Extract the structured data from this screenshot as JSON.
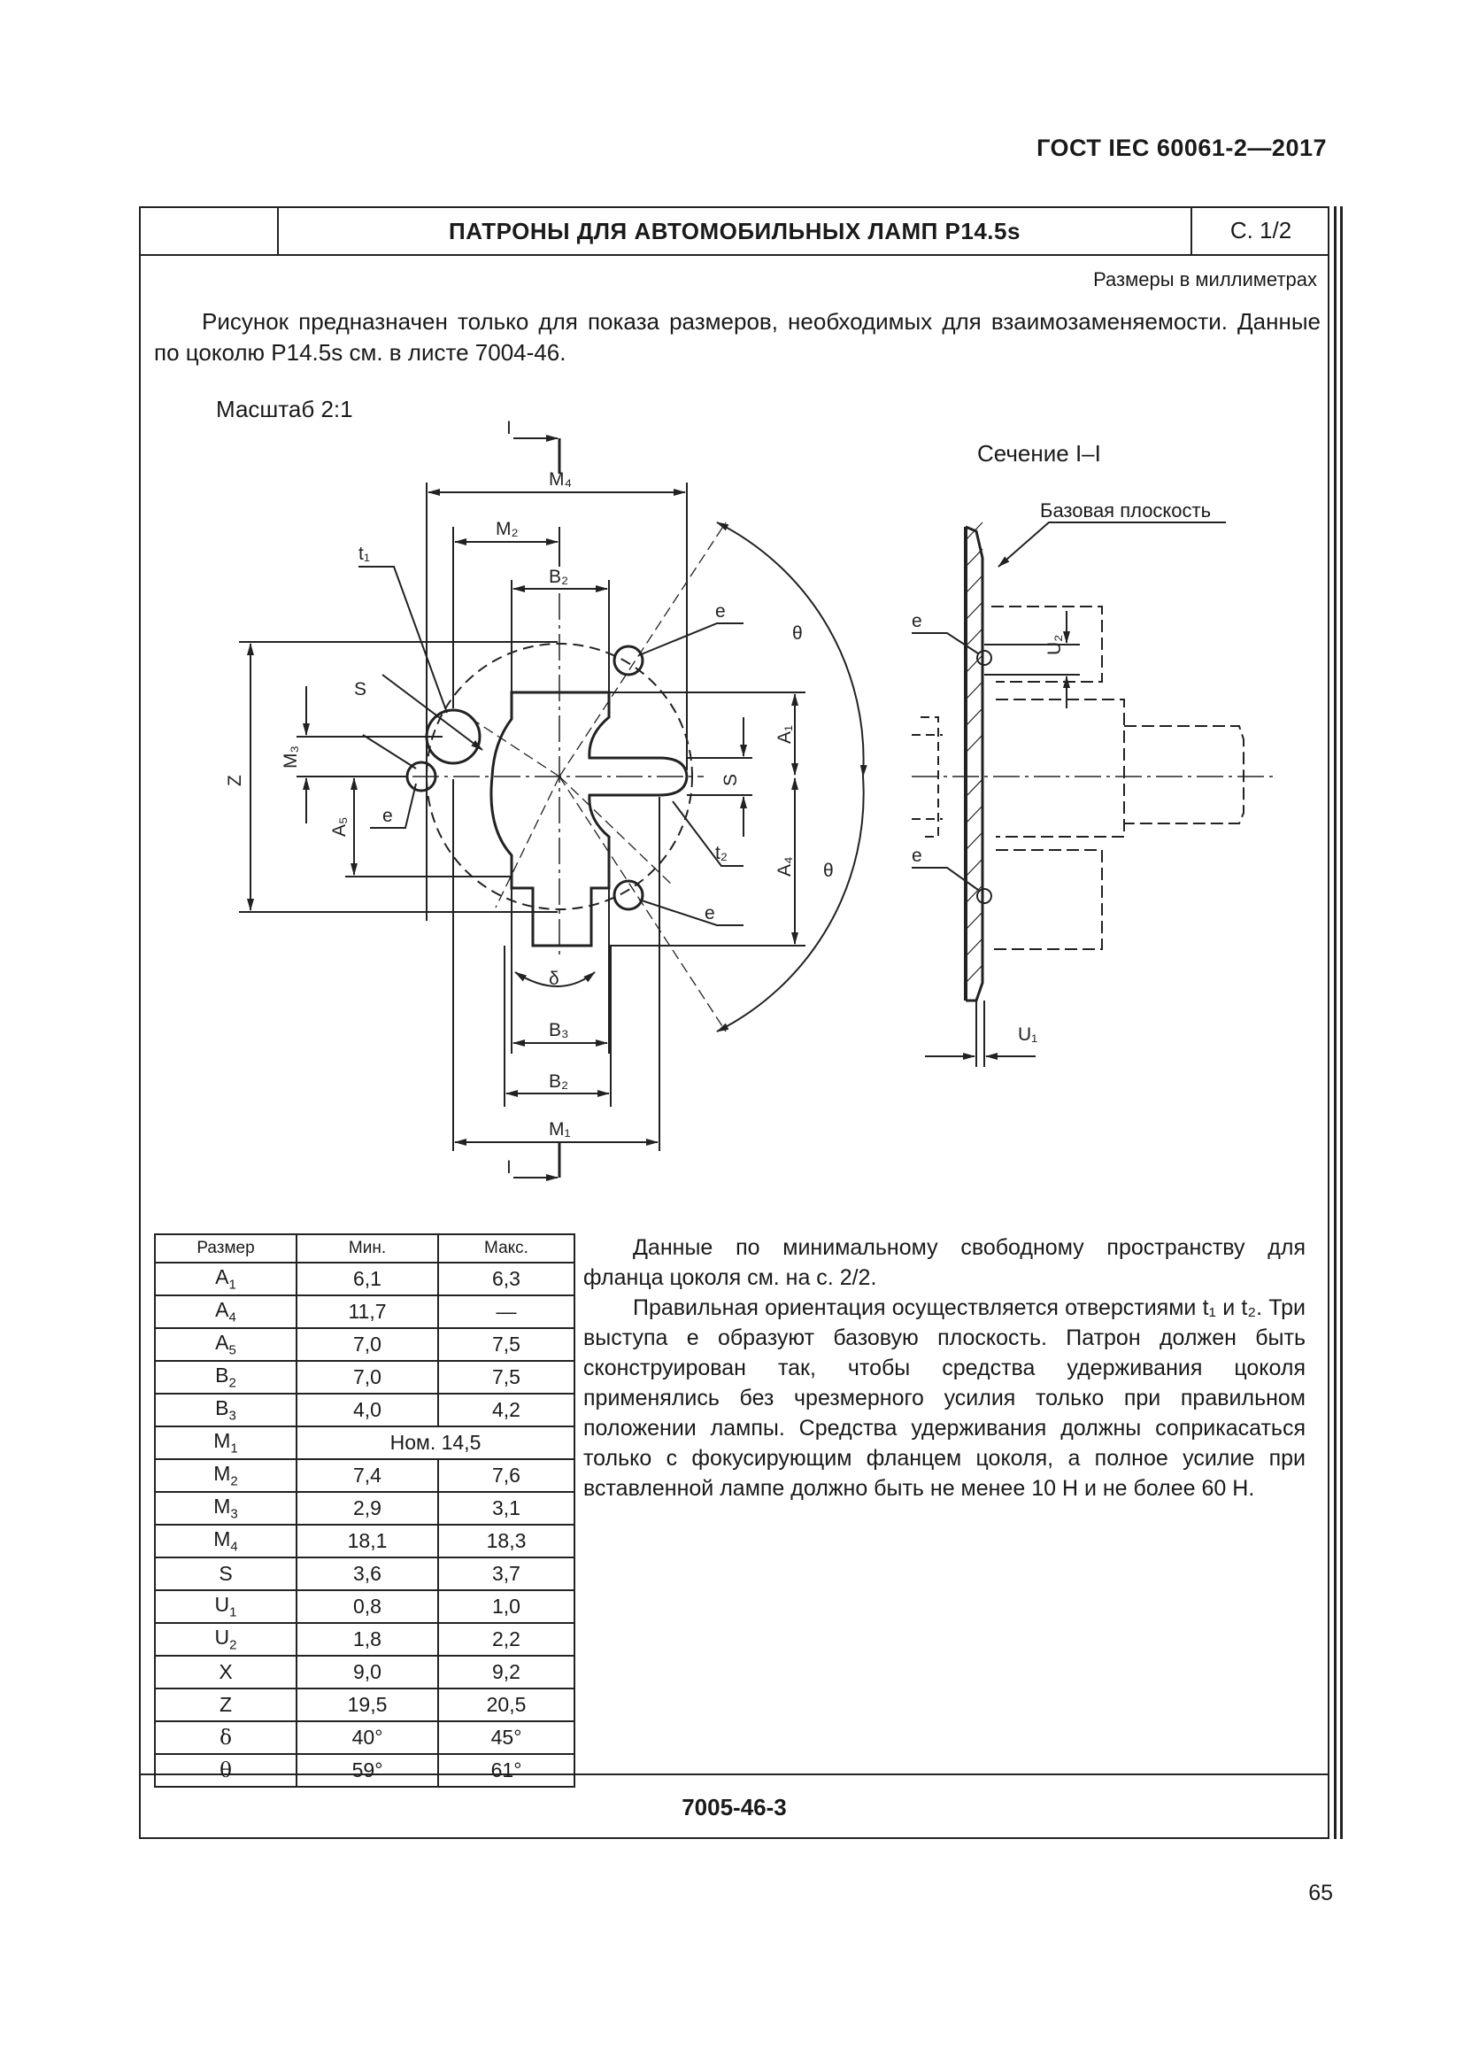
{
  "document": {
    "standard": "ГОСТ IEC 60061-2—2017",
    "title": "ПАТРОНЫ ДЛЯ АВТОМОБИЛЬНЫХ ЛАМП P14.5s",
    "sheet": "С. 1/2",
    "units_note": "Размеры в миллиметрах",
    "intro": "Рисунок предназначен только для показа размеров, необходимых для взаимозаменяемости. Данные по цоколю P14.5s см. в листе 7004-46.",
    "scale": "Масштаб 2:1",
    "section_title": "Сечение I–I",
    "base_plane_label": "Базовая плоскость",
    "sheet_code": "7005-46-3",
    "page_number": "65"
  },
  "drawing_labels": {
    "section_mark": "I",
    "M4": "M₄",
    "M2": "M₂",
    "M1": "M₁",
    "M3": "M₃",
    "B2": "B₂",
    "B3": "B₃",
    "t1": "t₁",
    "t2": "t₂",
    "S": "S",
    "Z": "Z",
    "A1": "A₁",
    "A4": "A₄",
    "A5": "A₅",
    "e": "e",
    "delta": "δ",
    "theta": "θ",
    "U1": "U₁",
    "U2": "U₂"
  },
  "table": {
    "headers": [
      "Размер",
      "Мин.",
      "Макс."
    ],
    "rows": [
      {
        "name": "A",
        "sub": "1",
        "min": "6,1",
        "max": "6,3"
      },
      {
        "name": "A",
        "sub": "4",
        "min": "11,7",
        "max": "—"
      },
      {
        "name": "A",
        "sub": "5",
        "min": "7,0",
        "max": "7,5"
      },
      {
        "name": "B",
        "sub": "2",
        "min": "7,0",
        "max": "7,5"
      },
      {
        "name": "B",
        "sub": "3",
        "min": "4,0",
        "max": "4,2"
      },
      {
        "name": "M",
        "sub": "1",
        "merged": "Ном. 14,5"
      },
      {
        "name": "M",
        "sub": "2",
        "min": "7,4",
        "max": "7,6"
      },
      {
        "name": "M",
        "sub": "3",
        "min": "2,9",
        "max": "3,1"
      },
      {
        "name": "M",
        "sub": "4",
        "min": "18,1",
        "max": "18,3"
      },
      {
        "name": "S",
        "sub": "",
        "min": "3,6",
        "max": "3,7"
      },
      {
        "name": "U",
        "sub": "1",
        "min": "0,8",
        "max": "1,0"
      },
      {
        "name": "U",
        "sub": "2",
        "min": "1,8",
        "max": "2,2"
      },
      {
        "name": "X",
        "sub": "",
        "min": "9,0",
        "max": "9,2"
      },
      {
        "name": "Z",
        "sub": "",
        "min": "19,5",
        "max": "20,5"
      },
      {
        "name": "δ",
        "sub": "",
        "min": "40°",
        "max": "45°"
      },
      {
        "name": "θ",
        "sub": "",
        "min": "59°",
        "max": "61°"
      }
    ]
  },
  "notes": {
    "p1": "Данные по минимальному свободному пространству для фланца цоколя см. на с. 2/2.",
    "p2": "Правильная ориентация осуществляется отверстиями t₁ и t₂. Три выступа e образуют базовую плоскость. Патрон должен быть сконструирован так, чтобы средства удерживания цоколя применялись без чрезмерного усилия только при правильном положении лампы. Средства удерживания должны соприкасаться только с фокусирующим фланцем цоколя, а полное усилие при вставленной лампе должно быть не менее 10 Н и не более 60 Н."
  }
}
